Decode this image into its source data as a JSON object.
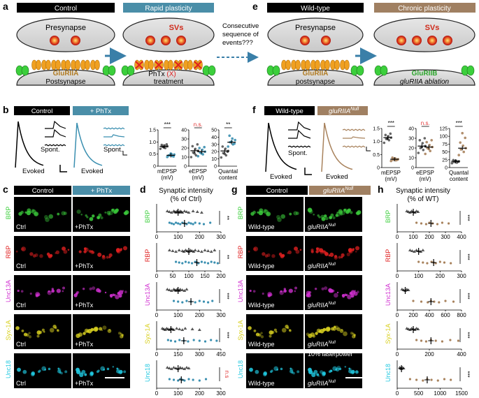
{
  "panel_letters": {
    "a": "a",
    "b": "b",
    "c": "c",
    "d": "d",
    "e": "e",
    "f": "f",
    "g": "g",
    "h": "h"
  },
  "colors": {
    "ctrl": "#000000",
    "phtx": "#3a8fb0",
    "null": "#a8825c",
    "rapid_bar": "#4a8ea8",
    "chronic_bar": "#a08062",
    "arrow": "#3a7fa8",
    "brp": "#3ccf3c",
    "rbp": "#e02020",
    "unc13a": "#d030d0",
    "syx": "#d8d020",
    "unc18": "#20c8e0",
    "ns": "#e03030"
  },
  "schematic_a": {
    "control_label": "Control",
    "rapid_label": "Rapid plasticity",
    "presynapse": "Presynapse",
    "svs": "SVs",
    "gluriia": "GluRIIA",
    "postsynapse": "Postsynapse",
    "phtx_line1": "PhTx",
    "phtx_x": "(X)",
    "phtx_line2": "treatment",
    "question": "Consecutive sequence of events???"
  },
  "schematic_e": {
    "wildtype_label": "Wild-type",
    "chronic_label": "Chronic plasticity",
    "presynapse": "Presynapse",
    "svs": "SVs",
    "gluriia": "GluRIIA",
    "postsynapse": "postsynapse",
    "gluriib": "GluRIIB",
    "ablation": "gluRIIA ablation"
  },
  "traces_b": {
    "control_label": "Control",
    "phtx_label": "+ PhTx",
    "evoked": "Evoked",
    "spont": "Spont."
  },
  "traces_f": {
    "wildtype_label": "Wild-type",
    "null_label_main": "gluRIIA",
    "null_label_sup": "Null",
    "evoked": "Evoked",
    "spont": "Spont."
  },
  "chart_data": [
    {
      "panel": "b",
      "type": "scatter",
      "title": "",
      "xlabel_1": "mEPSP",
      "xlabel_2": "(mV)",
      "ylim": [
        0,
        1.5
      ],
      "yticks": [
        "0",
        "0.5",
        "1.0",
        "1.5"
      ],
      "significance": "***",
      "series": [
        {
          "group": "ctrl",
          "mean": 0.82,
          "values": [
            0.72,
            0.75,
            0.8,
            0.82,
            0.85,
            0.88,
            0.9,
            0.78
          ]
        },
        {
          "group": "phtx",
          "mean": 0.45,
          "values": [
            0.38,
            0.42,
            0.45,
            0.48,
            0.5,
            0.44,
            0.4,
            0.52
          ]
        }
      ]
    },
    {
      "panel": "b",
      "type": "scatter",
      "title": "",
      "xlabel_1": "eEPSP",
      "xlabel_2": "(mV)",
      "ylim": [
        0,
        40
      ],
      "yticks": [
        "0",
        "10",
        "20",
        "30",
        "40"
      ],
      "significance": "n.s.",
      "series": [
        {
          "group": "ctrl",
          "mean": 17,
          "values": [
            10,
            12,
            15,
            17,
            19,
            22,
            24,
            14
          ]
        },
        {
          "group": "phtx",
          "mean": 16,
          "values": [
            11,
            13,
            15,
            16,
            18,
            20,
            21,
            14
          ]
        }
      ]
    },
    {
      "panel": "b",
      "type": "scatter",
      "title": "",
      "xlabel_1": "Quantal",
      "xlabel_2": "content",
      "ylim": [
        0,
        50
      ],
      "yticks": [
        "0",
        "10",
        "20",
        "30",
        "40",
        "50"
      ],
      "significance": "**",
      "series": [
        {
          "group": "ctrl",
          "mean": 21,
          "values": [
            12,
            15,
            18,
            21,
            24,
            27,
            20,
            17
          ]
        },
        {
          "group": "phtx",
          "mean": 33,
          "values": [
            27,
            30,
            33,
            36,
            38,
            42,
            31,
            34
          ]
        }
      ]
    },
    {
      "panel": "f",
      "type": "scatter",
      "title": "",
      "xlabel_1": "mEPSP",
      "xlabel_2": "(mV)",
      "ylim": [
        0,
        1.5
      ],
      "yticks": [
        "0",
        "0.5",
        "1.0",
        "1.5"
      ],
      "significance": "***",
      "series": [
        {
          "group": "ctrl",
          "mean": 1.15,
          "values": [
            0.95,
            1.05,
            1.1,
            1.15,
            1.2,
            1.25,
            1.3,
            1.1
          ]
        },
        {
          "group": "null",
          "mean": 0.32,
          "values": [
            0.25,
            0.28,
            0.3,
            0.32,
            0.35,
            0.38,
            0.3,
            0.34
          ]
        }
      ]
    },
    {
      "panel": "f",
      "type": "scatter",
      "title": "",
      "xlabel_1": "eEPSP",
      "xlabel_2": "(mV)",
      "ylim": [
        0,
        40
      ],
      "yticks": [
        "0",
        "10",
        "20",
        "30",
        "40"
      ],
      "significance": "n.s.",
      "series": [
        {
          "group": "ctrl",
          "mean": 22,
          "values": [
            15,
            18,
            20,
            22,
            25,
            28,
            30,
            21
          ]
        },
        {
          "group": "null",
          "mean": 21,
          "values": [
            14,
            17,
            20,
            21,
            23,
            26,
            28,
            19
          ]
        }
      ]
    },
    {
      "panel": "f",
      "type": "scatter",
      "title": "",
      "xlabel_1": "Quantal",
      "xlabel_2": "content",
      "ylim": [
        0,
        125
      ],
      "yticks": [
        "0",
        "25",
        "50",
        "75",
        "100",
        "125"
      ],
      "significance": "***",
      "series": [
        {
          "group": "ctrl",
          "mean": 20,
          "values": [
            14,
            16,
            18,
            20,
            22,
            24,
            19,
            21
          ]
        },
        {
          "group": "null",
          "mean": 62,
          "values": [
            40,
            50,
            58,
            62,
            70,
            80,
            95,
            110
          ]
        }
      ]
    },
    {
      "panel": "d",
      "type": "scatter",
      "title": "Synaptic intensity",
      "subtitle": "(% of Ctrl)",
      "groups": [
        "ctrl",
        "phtx"
      ],
      "rows": [
        {
          "label": "BRP",
          "color_key": "brp",
          "xlim": [
            0,
            300
          ],
          "xticks": [
            "0",
            "100",
            "200",
            "300"
          ],
          "significance": "**",
          "means": [
            100,
            130
          ],
          "ctrl": [
            50,
            60,
            70,
            80,
            85,
            90,
            95,
            100,
            105,
            110,
            115,
            120,
            130,
            140,
            150,
            170,
            190,
            210
          ],
          "phtx": [
            60,
            70,
            80,
            90,
            100,
            110,
            120,
            130,
            140,
            150,
            160,
            170,
            180,
            200,
            220,
            250
          ]
        },
        {
          "label": "RBP",
          "color_key": "rbp",
          "xlim": [
            0,
            200
          ],
          "xticks": [
            "0",
            "50",
            "100",
            "150",
            "200"
          ],
          "significance": "**",
          "means": [
            100,
            125
          ],
          "ctrl": [
            40,
            50,
            60,
            70,
            80,
            85,
            90,
            95,
            100,
            105,
            110,
            115,
            120,
            130,
            140,
            150,
            160,
            170,
            180
          ],
          "phtx": [
            60,
            70,
            80,
            90,
            100,
            110,
            120,
            125,
            130,
            140,
            150,
            160,
            170,
            180,
            190
          ]
        },
        {
          "label": "Unc13A",
          "color_key": "unc13a",
          "xlim": [
            0,
            300
          ],
          "xticks": [
            "0",
            "100",
            "200",
            "300"
          ],
          "significance": "***",
          "means": [
            100,
            160
          ],
          "ctrl": [
            50,
            60,
            70,
            80,
            85,
            90,
            95,
            100,
            105,
            110,
            120,
            130,
            140
          ],
          "phtx": [
            80,
            100,
            120,
            140,
            160,
            180,
            200,
            220,
            240,
            260
          ]
        },
        {
          "label": "Syx-1A",
          "color_key": "syx",
          "xlim": [
            0,
            450
          ],
          "xticks": [
            "0",
            "150",
            "300",
            "450"
          ],
          "significance": "***",
          "means": [
            100,
            190
          ],
          "ctrl": [
            40,
            50,
            60,
            70,
            80,
            90,
            100,
            110,
            120,
            140,
            160,
            180,
            200,
            250,
            300
          ],
          "phtx": [
            80,
            100,
            130,
            160,
            190,
            220,
            260,
            300,
            340,
            380,
            420
          ]
        },
        {
          "label": "Unc18",
          "color_key": "unc18",
          "xlim": [
            0,
            300
          ],
          "xticks": [
            "0",
            "100",
            "200",
            "300"
          ],
          "significance": "n.s",
          "means": [
            100,
            115
          ],
          "ctrl": [
            50,
            60,
            70,
            80,
            90,
            100,
            110,
            120,
            130,
            140,
            150
          ],
          "phtx": [
            60,
            80,
            100,
            110,
            120,
            130,
            150,
            170,
            200,
            230
          ]
        }
      ]
    },
    {
      "panel": "h",
      "type": "scatter",
      "title": "Synaptic intensity",
      "subtitle": "(% of WT)",
      "groups": [
        "ctrl",
        "null"
      ],
      "rows": [
        {
          "label": "BRP",
          "color_key": "brp",
          "xlim": [
            0,
            400
          ],
          "xticks": [
            "0",
            "100",
            "200",
            "300",
            "400"
          ],
          "significance": "***",
          "means": [
            100,
            210
          ],
          "ctrl": [
            60,
            70,
            80,
            90,
            100,
            110,
            120,
            130
          ],
          "null": [
            120,
            150,
            180,
            200,
            220,
            250,
            280,
            320
          ]
        },
        {
          "label": "RBP",
          "color_key": "rbp",
          "xlim": [
            0,
            300
          ],
          "xticks": [
            "0",
            "100",
            "200",
            "300"
          ],
          "significance": "***",
          "means": [
            100,
            170
          ],
          "ctrl": [
            60,
            70,
            80,
            90,
            100,
            110,
            120
          ],
          "null": [
            100,
            120,
            140,
            160,
            170,
            180,
            200,
            220,
            250
          ]
        },
        {
          "label": "Unc13A",
          "color_key": "unc13a",
          "xlim": [
            0,
            800
          ],
          "xticks": [
            "0",
            "200",
            "400",
            "600",
            "800"
          ],
          "significance": "***",
          "means": [
            100,
            420
          ],
          "ctrl": [
            60,
            80,
            100,
            120,
            140
          ],
          "null": [
            200,
            300,
            380,
            420,
            460,
            520,
            600,
            700
          ]
        },
        {
          "label": "Syx-1A",
          "color_key": "syx",
          "xlim": [
            0,
            400
          ],
          "xticks": [
            "0",
            "200",
            "400"
          ],
          "significance": "***",
          "means": [
            100,
            210
          ],
          "ctrl": [
            60,
            70,
            80,
            90,
            100,
            110,
            120,
            130
          ],
          "null": [
            120,
            150,
            180,
            210,
            240,
            280,
            330,
            380
          ]
        },
        {
          "label": "Unc18",
          "color_key": "unc18",
          "xlim": [
            0,
            1500
          ],
          "xticks": [
            "0",
            "500",
            "1000",
            "1500"
          ],
          "significance": "***",
          "means": [
            100,
            700
          ],
          "ctrl": [
            60,
            80,
            100,
            120,
            150
          ],
          "null": [
            300,
            450,
            600,
            700,
            800,
            950,
            1100,
            1250
          ]
        }
      ]
    }
  ],
  "images_c": {
    "control_label": "Control",
    "phtx_label": "+ PhTx",
    "rows": [
      {
        "marker": "BRP",
        "color_key": "brp",
        "left": "Ctrl",
        "right": "+PhTx"
      },
      {
        "marker": "RBP",
        "color_key": "rbp",
        "left": "Ctrl",
        "right": "+PhTx"
      },
      {
        "marker": "Unc13A",
        "color_key": "unc13a",
        "left": "Ctrl",
        "right": "+PhTx"
      },
      {
        "marker": "Syx-1A",
        "color_key": "syx",
        "left": "Ctrl",
        "right": "+PhTx"
      },
      {
        "marker": "Unc18",
        "color_key": "unc18",
        "left": "Ctrl",
        "right": "+PhTx"
      }
    ]
  },
  "images_g": {
    "control_label": "Control",
    "null_label_main": "gluRIIA",
    "null_label_sup": "Null",
    "laser_note": "10% laserpower",
    "rows": [
      {
        "marker": "BRP",
        "color_key": "brp",
        "left": "Wild-type",
        "right_main": "gluRIIA",
        "right_sup": "Null"
      },
      {
        "marker": "RBP",
        "color_key": "rbp",
        "left": "Wild-type",
        "right_main": "gluRIIA",
        "right_sup": "Null"
      },
      {
        "marker": "Unc13A",
        "color_key": "unc13a",
        "left": "Wild-type",
        "right_main": "gluRIIA",
        "right_sup": "Null"
      },
      {
        "marker": "Syx-1A",
        "color_key": "syx",
        "left": "Wild-type",
        "right_main": "gluRIIA",
        "right_sup": "Null"
      },
      {
        "marker": "Unc18",
        "color_key": "unc18",
        "left": "Wild-type",
        "right_main": "gluRIIA",
        "right_sup": "Null"
      }
    ]
  }
}
